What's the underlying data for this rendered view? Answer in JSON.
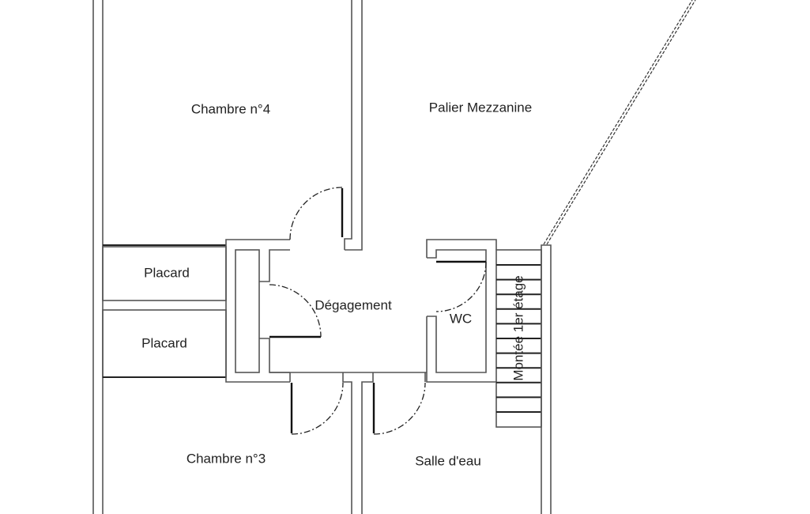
{
  "plan": {
    "rooms": {
      "chambre4": "Chambre n°4",
      "palier": "Palier Mezzanine",
      "placard1": "Placard",
      "placard2": "Placard",
      "degagement": "Dégagement",
      "wc": "WC",
      "stairs": "Montée 1er étage",
      "chambre3": "Chambre n°3",
      "salle_eau": "Salle d'eau"
    },
    "stair_treads": 11,
    "colors": {
      "wall": "#555555",
      "ink": "#222222"
    }
  }
}
